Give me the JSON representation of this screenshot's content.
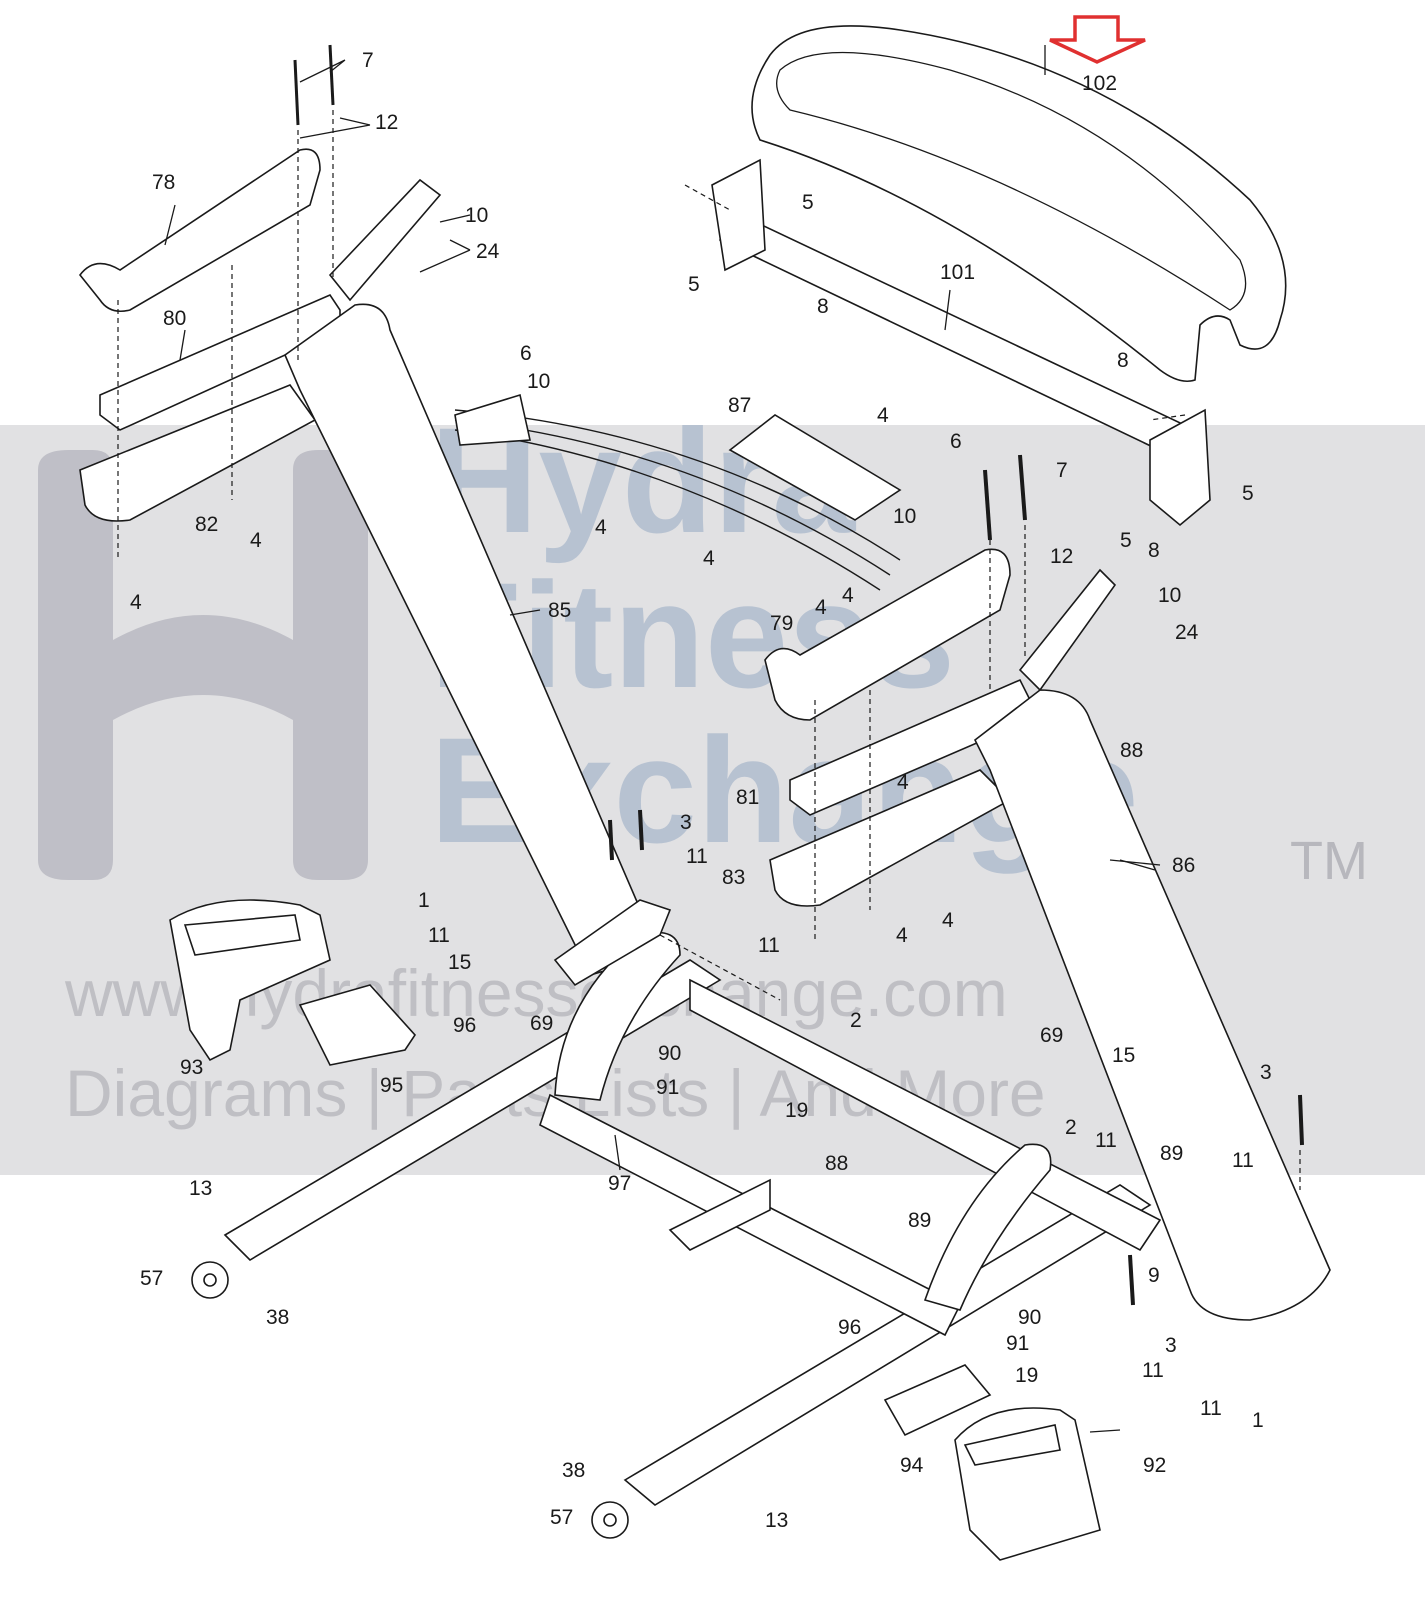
{
  "watermark": {
    "line1": "Hydra",
    "line2": "Fitness",
    "line3": "Exchange",
    "tm": "TM",
    "url": "www.hydrafitnessexchange.com",
    "tagline": "Diagrams | Parts Lists | And More"
  },
  "highlight_color": "#e03030",
  "highlighted_part": "102",
  "labels": [
    {
      "id": "102",
      "text": "102"
    },
    {
      "id": "7a",
      "text": "7"
    },
    {
      "id": "12a",
      "text": "12"
    },
    {
      "id": "78",
      "text": "78"
    },
    {
      "id": "10a",
      "text": "10"
    },
    {
      "id": "24a",
      "text": "24"
    },
    {
      "id": "5a",
      "text": "5"
    },
    {
      "id": "5b",
      "text": "5"
    },
    {
      "id": "8a",
      "text": "8"
    },
    {
      "id": "101",
      "text": "101"
    },
    {
      "id": "80",
      "text": "80"
    },
    {
      "id": "6a",
      "text": "6"
    },
    {
      "id": "10b",
      "text": "10"
    },
    {
      "id": "8b",
      "text": "8"
    },
    {
      "id": "87",
      "text": "87"
    },
    {
      "id": "4a",
      "text": "4"
    },
    {
      "id": "6b",
      "text": "6"
    },
    {
      "id": "7b",
      "text": "7"
    },
    {
      "id": "5c",
      "text": "5"
    },
    {
      "id": "82",
      "text": "82"
    },
    {
      "id": "4b",
      "text": "4"
    },
    {
      "id": "4c",
      "text": "4"
    },
    {
      "id": "4d",
      "text": "4"
    },
    {
      "id": "10c",
      "text": "10"
    },
    {
      "id": "5d",
      "text": "5"
    },
    {
      "id": "8c",
      "text": "8"
    },
    {
      "id": "12b",
      "text": "12"
    },
    {
      "id": "4e",
      "text": "4"
    },
    {
      "id": "4f",
      "text": "4"
    },
    {
      "id": "10d",
      "text": "10"
    },
    {
      "id": "85",
      "text": "85"
    },
    {
      "id": "4g",
      "text": "4"
    },
    {
      "id": "79",
      "text": "79"
    },
    {
      "id": "24b",
      "text": "24"
    },
    {
      "id": "88a",
      "text": "88"
    },
    {
      "id": "4h",
      "text": "4"
    },
    {
      "id": "81",
      "text": "81"
    },
    {
      "id": "3a",
      "text": "3"
    },
    {
      "id": "11a",
      "text": "11"
    },
    {
      "id": "83",
      "text": "83"
    },
    {
      "id": "86",
      "text": "86"
    },
    {
      "id": "1a",
      "text": "1"
    },
    {
      "id": "4i",
      "text": "4"
    },
    {
      "id": "4j",
      "text": "4"
    },
    {
      "id": "11b",
      "text": "11"
    },
    {
      "id": "15a",
      "text": "15"
    },
    {
      "id": "11c",
      "text": "11"
    },
    {
      "id": "2a",
      "text": "2"
    },
    {
      "id": "96a",
      "text": "96"
    },
    {
      "id": "69a",
      "text": "69"
    },
    {
      "id": "93",
      "text": "93"
    },
    {
      "id": "95",
      "text": "95"
    },
    {
      "id": "90a",
      "text": "90"
    },
    {
      "id": "69b",
      "text": "69"
    },
    {
      "id": "15b",
      "text": "15"
    },
    {
      "id": "91a",
      "text": "91"
    },
    {
      "id": "3b",
      "text": "3"
    },
    {
      "id": "19a",
      "text": "19"
    },
    {
      "id": "2b",
      "text": "2"
    },
    {
      "id": "11d",
      "text": "11"
    },
    {
      "id": "97",
      "text": "97"
    },
    {
      "id": "11e",
      "text": "11"
    },
    {
      "id": "88b",
      "text": "88"
    },
    {
      "id": "89a",
      "text": "89"
    },
    {
      "id": "89b",
      "text": "89"
    },
    {
      "id": "13a",
      "text": "13"
    },
    {
      "id": "9",
      "text": "9"
    },
    {
      "id": "57a",
      "text": "57"
    },
    {
      "id": "38a",
      "text": "38"
    },
    {
      "id": "90b",
      "text": "90"
    },
    {
      "id": "3c",
      "text": "3"
    },
    {
      "id": "96b",
      "text": "96"
    },
    {
      "id": "91b",
      "text": "91"
    },
    {
      "id": "11f",
      "text": "11"
    },
    {
      "id": "19b",
      "text": "19"
    },
    {
      "id": "11g",
      "text": "11"
    },
    {
      "id": "1b",
      "text": "1"
    },
    {
      "id": "94",
      "text": "94"
    },
    {
      "id": "92",
      "text": "92"
    },
    {
      "id": "38b",
      "text": "38"
    },
    {
      "id": "57b",
      "text": "57"
    },
    {
      "id": "13b",
      "text": "13"
    }
  ]
}
